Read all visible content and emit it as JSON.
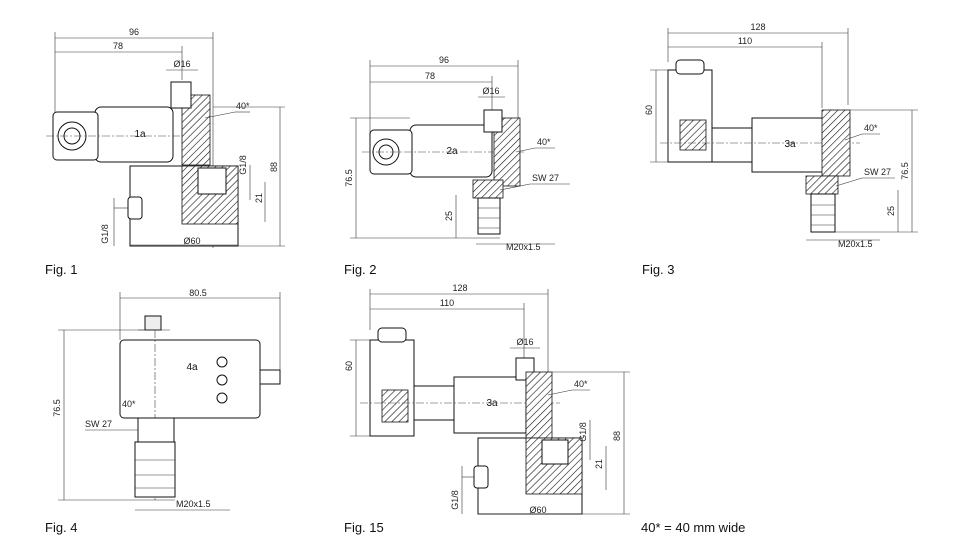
{
  "figures": [
    {
      "caption": "Fig. 1",
      "part": "1a",
      "dims": [
        "96",
        "78",
        "Ø16",
        "40*",
        "G1/8",
        "88",
        "21",
        "G1/8",
        "Ø60"
      ]
    },
    {
      "caption": "Fig. 2",
      "part": "2a",
      "dims": [
        "96",
        "78",
        "Ø16",
        "40*",
        "SW 27",
        "76.5",
        "25",
        "M20x1.5"
      ]
    },
    {
      "caption": "Fig. 3",
      "part": "3a",
      "dims": [
        "128",
        "110",
        "60",
        "40*",
        "SW 27",
        "76.5",
        "25",
        "M20x1.5"
      ]
    },
    {
      "caption": "Fig. 4",
      "part": "4a",
      "dims": [
        "80.5",
        "76.5",
        "40*",
        "SW 27",
        "M20x1.5"
      ]
    },
    {
      "caption": "Fig. 15",
      "part": "3a",
      "dims": [
        "128",
        "110",
        "60",
        "Ø16",
        "40*",
        "G1/8",
        "88",
        "21",
        "G1/8",
        "Ø60"
      ]
    }
  ],
  "footnote": "40* = 40 mm wide"
}
